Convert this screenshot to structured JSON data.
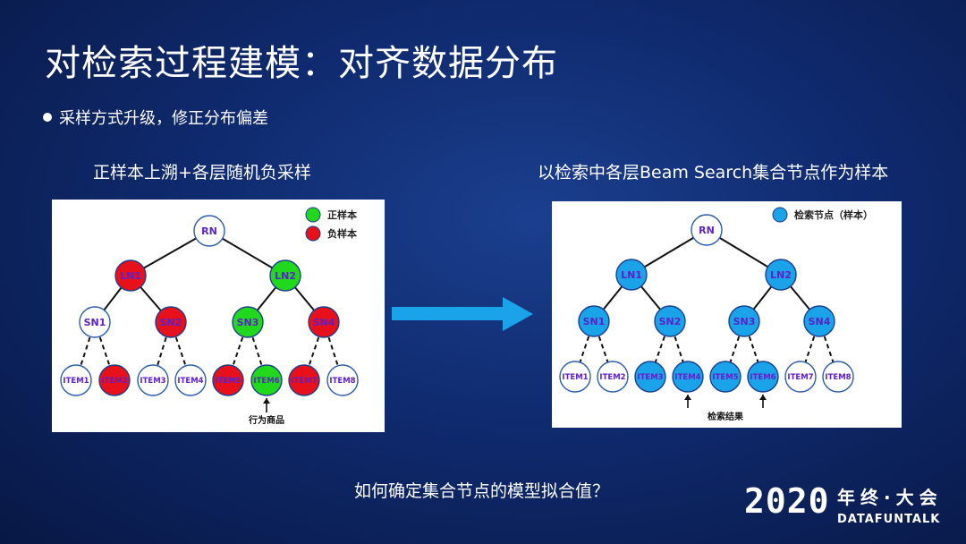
{
  "slide": {
    "title": "对检索过程建模：对齐数据分布",
    "bullet": "采样方式升级，修正分布偏差",
    "caption_left": "正样本上溯+各层随机负采样",
    "caption_right": "以检索中各层Beam Search集合节点作为样本",
    "question": "如何确定集合节点的模型拟合值？"
  },
  "brand": {
    "year": "2020",
    "cn": "年终·大会",
    "en": "DATAFUNTALK"
  },
  "colors": {
    "positive": "#22d81c",
    "negative": "#e8101a",
    "retrieved": "#1aa3e8",
    "label": "#5a22c8",
    "arrow": "#1aa3e8"
  },
  "left_tree": {
    "legend": [
      {
        "label": "正样本",
        "color": "#22d81c"
      },
      {
        "label": "负样本",
        "color": "#e8101a"
      }
    ],
    "root": {
      "label": "RN",
      "state": "none"
    },
    "level1": [
      {
        "label": "LN1",
        "state": "neg"
      },
      {
        "label": "LN2",
        "state": "pos"
      }
    ],
    "level2": [
      {
        "label": "SN1",
        "state": "none"
      },
      {
        "label": "SN2",
        "state": "neg"
      },
      {
        "label": "SN3",
        "state": "pos"
      },
      {
        "label": "SN4",
        "state": "neg"
      }
    ],
    "leaves": [
      {
        "label": "ITEM1",
        "state": "none"
      },
      {
        "label": "ITEM2",
        "state": "neg"
      },
      {
        "label": "ITEM3",
        "state": "none"
      },
      {
        "label": "ITEM4",
        "state": "none"
      },
      {
        "label": "ITEM5",
        "state": "neg"
      },
      {
        "label": "ITEM6",
        "state": "pos"
      },
      {
        "label": "ITEM7",
        "state": "neg"
      },
      {
        "label": "ITEM8",
        "state": "none"
      }
    ],
    "note": "行为商品"
  },
  "right_tree": {
    "legend": [
      {
        "label": "检索节点（样本）",
        "color": "#1aa3e8"
      }
    ],
    "root": {
      "label": "RN",
      "state": "none"
    },
    "level1": [
      {
        "label": "LN1",
        "state": "sel"
      },
      {
        "label": "LN2",
        "state": "sel"
      }
    ],
    "level2": [
      {
        "label": "SN1",
        "state": "sel"
      },
      {
        "label": "SN2",
        "state": "sel"
      },
      {
        "label": "SN3",
        "state": "sel"
      },
      {
        "label": "SN4",
        "state": "sel"
      }
    ],
    "leaves": [
      {
        "label": "ITEM1",
        "state": "none"
      },
      {
        "label": "ITEM2",
        "state": "none"
      },
      {
        "label": "ITEM3",
        "state": "sel"
      },
      {
        "label": "ITEM4",
        "state": "sel"
      },
      {
        "label": "ITEM5",
        "state": "sel"
      },
      {
        "label": "ITEM6",
        "state": "sel"
      },
      {
        "label": "ITEM7",
        "state": "none"
      },
      {
        "label": "ITEM8",
        "state": "none"
      }
    ],
    "note": "检索结果"
  }
}
